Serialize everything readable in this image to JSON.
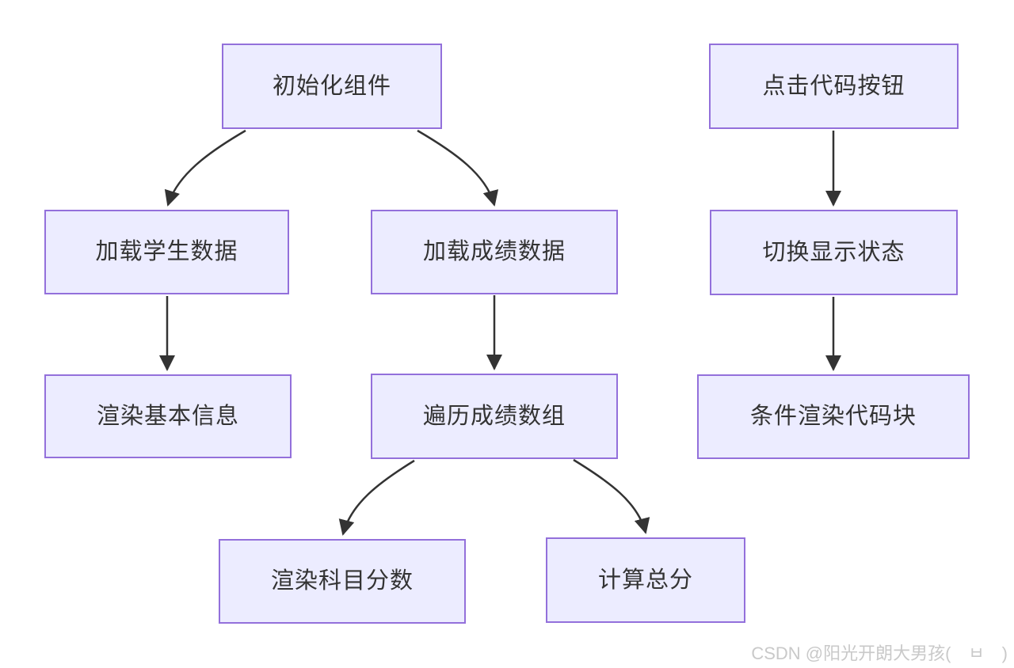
{
  "diagram_title": "component-render-flowchart",
  "nodes": {
    "init": {
      "label": "初始化组件"
    },
    "load_student": {
      "label": "加载学生数据"
    },
    "load_score": {
      "label": "加载成绩数据"
    },
    "render_info": {
      "label": "渲染基本信息"
    },
    "iterate": {
      "label": "遍历成绩数组"
    },
    "render_subject": {
      "label": "渲染科目分数"
    },
    "calc_total": {
      "label": "计算总分"
    },
    "click_btn": {
      "label": "点击代码按钮"
    },
    "toggle": {
      "label": "切换显示状态"
    },
    "cond_render": {
      "label": "条件渲染代码块"
    }
  },
  "edges": [
    {
      "from": "init",
      "to": "load_student"
    },
    {
      "from": "init",
      "to": "load_score"
    },
    {
      "from": "load_student",
      "to": "render_info"
    },
    {
      "from": "load_score",
      "to": "iterate"
    },
    {
      "from": "iterate",
      "to": "render_subject"
    },
    {
      "from": "iterate",
      "to": "calc_total"
    },
    {
      "from": "click_btn",
      "to": "toggle"
    },
    {
      "from": "toggle",
      "to": "cond_render"
    }
  ],
  "colors": {
    "node_fill": "#ECECFF",
    "node_border": "#9370DB",
    "arrow": "#333333",
    "text": "#333333",
    "watermark": "#c9c9c9"
  },
  "watermark": {
    "text": "CSDN @阳光开朗大男孩(　ㅂ　)"
  }
}
